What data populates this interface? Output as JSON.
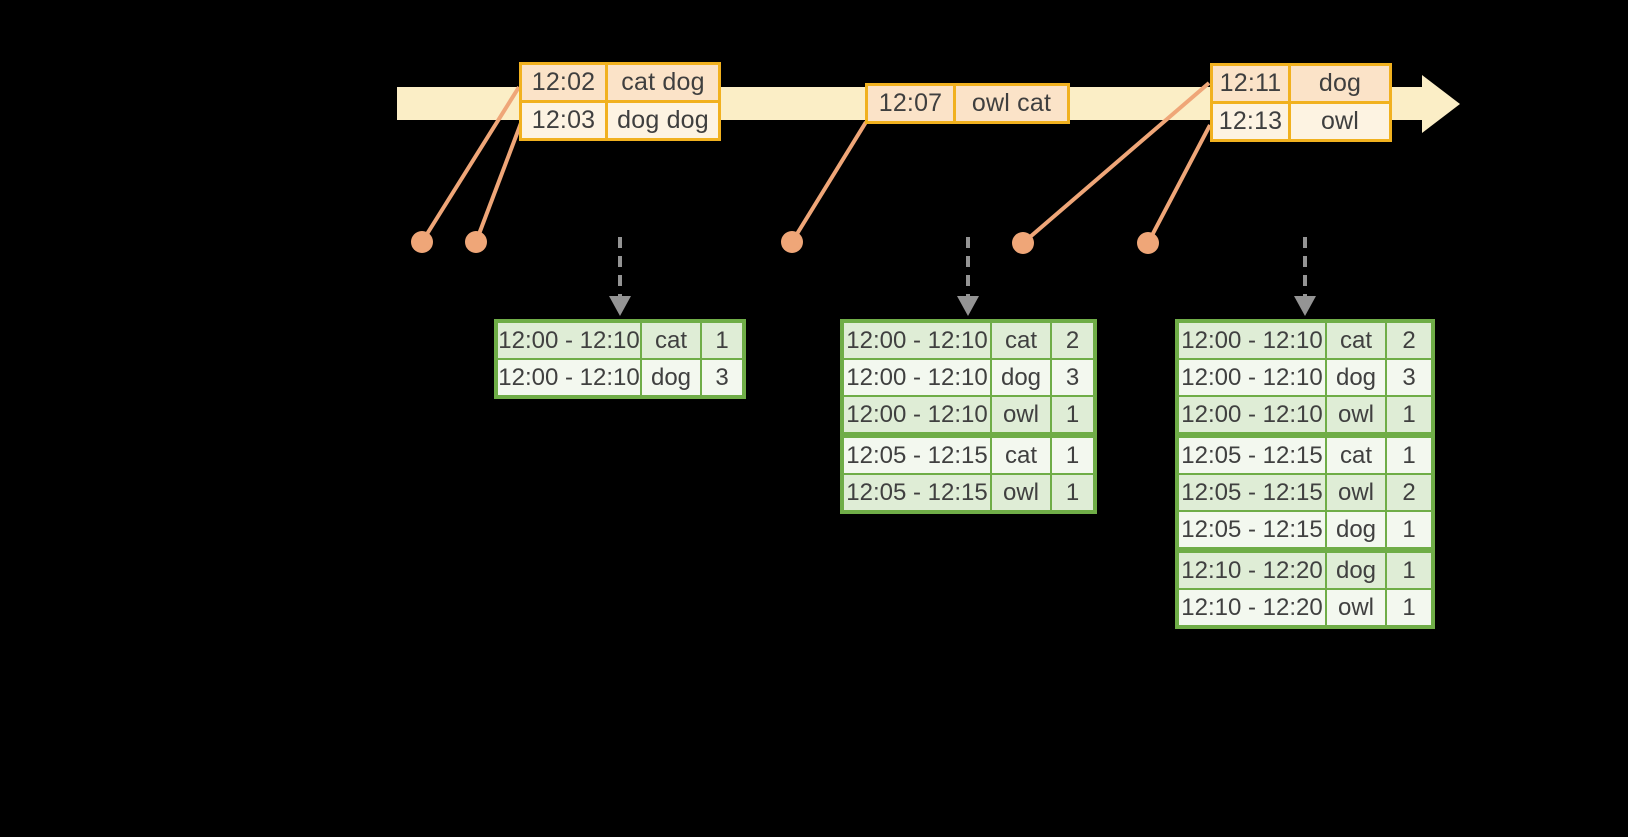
{
  "colors": {
    "background": "#000000",
    "timeline_band": "#FBEEC6",
    "event_box_border": "#F1B11F",
    "event_row_primary_bg": "#FBE3C8",
    "event_row_secondary_bg": "#FDF3E2",
    "connector_orange": "#EFA678",
    "trigger_arrow_gray": "#949494",
    "table_border_green": "#6FAD47",
    "table_row_green_bg": "#DFEDD6",
    "table_row_light_bg": "#F3F8EF",
    "text": "#3F3F3F"
  },
  "timeline": {
    "event_groups": [
      {
        "rows": [
          {
            "time": "12:02",
            "words": "cat dog"
          },
          {
            "time": "12:03",
            "words": "dog dog"
          }
        ]
      },
      {
        "rows": [
          {
            "time": "12:07",
            "words": "owl cat"
          }
        ]
      },
      {
        "rows": [
          {
            "time": "12:11",
            "words": "dog"
          },
          {
            "time": "12:13",
            "words": "owl"
          }
        ]
      }
    ]
  },
  "result_tables": [
    {
      "rows": [
        {
          "window": "12:00 - 12:10",
          "word": "cat",
          "count": "1"
        },
        {
          "window": "12:00 - 12:10",
          "word": "dog",
          "count": "3"
        }
      ]
    },
    {
      "rows": [
        {
          "window": "12:00 - 12:10",
          "word": "cat",
          "count": "2"
        },
        {
          "window": "12:00 - 12:10",
          "word": "dog",
          "count": "3"
        },
        {
          "window": "12:00 - 12:10",
          "word": "owl",
          "count": "1"
        },
        {
          "window": "12:05 - 12:15",
          "word": "cat",
          "count": "1"
        },
        {
          "window": "12:05 - 12:15",
          "word": "owl",
          "count": "1"
        }
      ]
    },
    {
      "rows": [
        {
          "window": "12:00 - 12:10",
          "word": "cat",
          "count": "2"
        },
        {
          "window": "12:00 - 12:10",
          "word": "dog",
          "count": "3"
        },
        {
          "window": "12:00 - 12:10",
          "word": "owl",
          "count": "1"
        },
        {
          "window": "12:05 - 12:15",
          "word": "cat",
          "count": "1"
        },
        {
          "window": "12:05 - 12:15",
          "word": "owl",
          "count": "2"
        },
        {
          "window": "12:05 - 12:15",
          "word": "dog",
          "count": "1"
        },
        {
          "window": "12:10 - 12:20",
          "word": "dog",
          "count": "1"
        },
        {
          "window": "12:10 - 12:20",
          "word": "owl",
          "count": "1"
        }
      ]
    }
  ]
}
